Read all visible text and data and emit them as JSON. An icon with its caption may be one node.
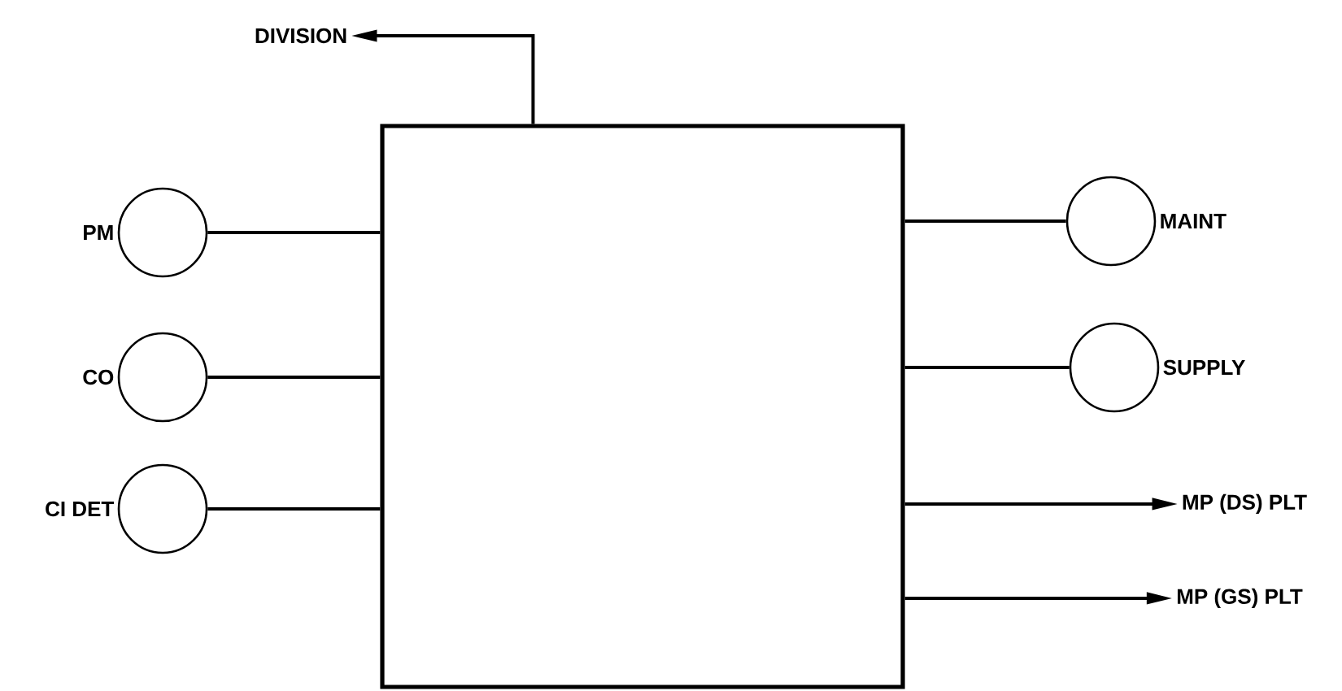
{
  "diagram": {
    "nodes": [
      {
        "text": [
          "DIVISION"
        ]
      },
      {
        "text": [
          "PM"
        ]
      },
      {
        "text": [
          "CO"
        ]
      },
      {
        "text": [
          "CI DET"
        ]
      },
      {
        "text": [],
        "shape": "box"
      },
      {
        "text": [
          "MAINT"
        ]
      },
      {
        "text": [
          "SUPPLY"
        ]
      },
      {
        "text": [
          "MP (DS) PLT"
        ]
      },
      {
        "text": [
          "MP (GS) PLT"
        ]
      }
    ],
    "edges": [
      {
        "from": 4,
        "to": 0,
        "arrow": "to"
      },
      {
        "from": 1,
        "to": 4,
        "arrow": "none"
      },
      {
        "from": 2,
        "to": 4,
        "arrow": "none"
      },
      {
        "from": 3,
        "to": 4,
        "arrow": "none"
      },
      {
        "from": 4,
        "to": 5,
        "arrow": "none"
      },
      {
        "from": 4,
        "to": 6,
        "arrow": "none"
      },
      {
        "from": 4,
        "to": 7,
        "arrow": "to"
      },
      {
        "from": 4,
        "to": 8,
        "arrow": "to"
      }
    ]
  }
}
